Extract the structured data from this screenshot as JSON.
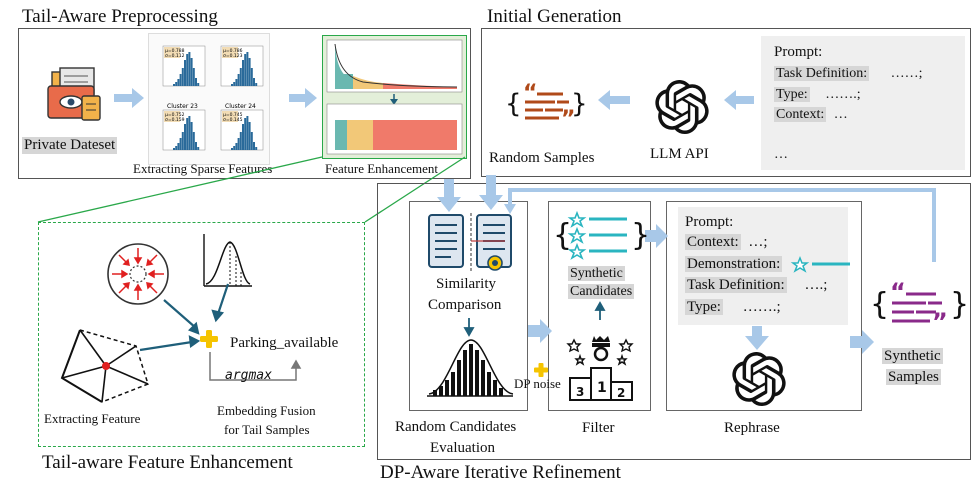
{
  "sections": {
    "preprocessing_title": "Tail-Aware Preprocessing",
    "initial_title": "Initial Generation",
    "feature_title": "Tail-aware Feature Enhancement",
    "refinement_title": "DP-Aware Iterative Refinement"
  },
  "preprocessing": {
    "private_dataset": "Private Dateset",
    "extracting_sparse": "Extracting Sparse Features",
    "feature_enhancement": "Feature Enhancement",
    "histograms": [
      {
        "stats": "μ=0.788\nσ=0.112"
      },
      {
        "stats": "μ=0.786\nσ=0.123"
      },
      {
        "cluster": "Cluster 23",
        "stats": "μ=0.752\nσ=0.159"
      },
      {
        "cluster": "Cluster 24",
        "stats": "μ=0.745\nσ=0.145"
      }
    ]
  },
  "initial": {
    "prompt_title": "Prompt:",
    "task_definition": "Task Definition:",
    "task_dots": "……;",
    "type": "Type:",
    "type_dots": "…….;",
    "context": "Context:",
    "context_dots": "…",
    "ellipsis": "…",
    "llm_api": "LLM API",
    "random_samples": "Random Samples"
  },
  "feature": {
    "parking": "Parking_available",
    "argmax": "argmax",
    "extracting_feature": "Extracting Feature",
    "embedding_fusion_1": "Embedding Fusion",
    "embedding_fusion_2": "for Tail Samples"
  },
  "refinement": {
    "similarity_1": "Similarity",
    "similarity_2": "Comparison",
    "random_cand_1": "Random Candidates",
    "random_cand_2": "Evaluation",
    "dp_noise": "DP noise",
    "synthetic_cand_1": "Synthetic",
    "synthetic_cand_2": "Candidates",
    "filter": "Filter",
    "prompt_title": "Prompt:",
    "context": "Context:",
    "context_dots": "…;",
    "demonstration": "Demonstration:",
    "task_definition": "Task Definition:",
    "task_dots": "….;",
    "type": "Type:",
    "type_dots": "…….;",
    "rephrase": "Rephrase",
    "synthetic_samples_1": "Synthetic",
    "synthetic_samples_2": "Samples"
  },
  "colors": {
    "arrow": "#a8c8e8",
    "dark_arrow": "#1f5f7a",
    "green": "#2aa84a",
    "teal": "#2ab5c0",
    "purple": "#8a2a8a",
    "orange": "#b04a1a"
  }
}
